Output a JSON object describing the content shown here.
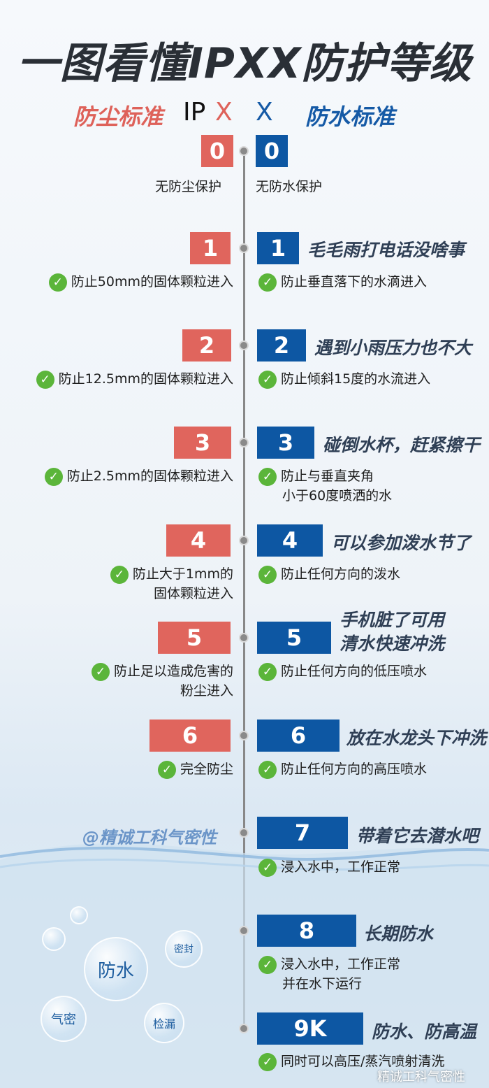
{
  "title": "一图看懂IPXX防护等级",
  "header": {
    "dust_label": "防尘标准",
    "ip": "IP",
    "x_dust": "X",
    "x_water": "X",
    "water_label": "防水标准"
  },
  "levels": [
    {
      "dust_num": "0",
      "dust_desc": "无防尘保护",
      "water_num": "0",
      "water_desc": "无防水保护",
      "slogan": ""
    },
    {
      "dust_num": "1",
      "dust_desc": "防止50mm的固体颗粒进入",
      "water_num": "1",
      "water_desc": "防止垂直落下的水滴进入",
      "slogan": "毛毛雨打电话没啥事"
    },
    {
      "dust_num": "2",
      "dust_desc": "防止12.5mm的固体颗粒进入",
      "water_num": "2",
      "water_desc": "防止倾斜15度的水流进入",
      "slogan": "遇到小雨压力也不大"
    },
    {
      "dust_num": "3",
      "dust_desc": "防止2.5mm的固体颗粒进入",
      "water_num": "3",
      "water_desc_l1": "防止与垂直夹角",
      "water_desc_l2": "小于60度喷洒的水",
      "slogan": "碰倒水杯，赶紧擦干"
    },
    {
      "dust_num": "4",
      "dust_desc_l1": "防止大于1mm的",
      "dust_desc_l2": "固体颗粒进入",
      "water_num": "4",
      "water_desc": "防止任何方向的泼水",
      "slogan": "可以参加泼水节了"
    },
    {
      "dust_num": "5",
      "dust_desc_l1": "防止足以造成危害的",
      "dust_desc_l2": "粉尘进入",
      "water_num": "5",
      "water_desc": "防止任何方向的低压喷水",
      "slogan_l1": "手机脏了可用",
      "slogan_l2": "清水快速冲洗"
    },
    {
      "dust_num": "6",
      "dust_desc": "完全防尘",
      "water_num": "6",
      "water_desc": "防止任何方向的高压喷水",
      "slogan": "放在水龙头下冲洗"
    },
    {
      "water_num": "7",
      "water_desc": "浸入水中，工作正常",
      "slogan": "带着它去潜水吧"
    },
    {
      "water_num": "8",
      "water_desc_l1": "浸入水中，工作正常",
      "water_desc_l2": "并在水下运行",
      "slogan": "长期防水"
    },
    {
      "water_num": "9K",
      "water_desc": "同时可以高压/蒸汽喷射清洗",
      "slogan": "防水、防高温"
    }
  ],
  "watermark": "@精诚工科气密性",
  "bubbles": {
    "b1": "防水",
    "b2": "密封",
    "b3": "气密",
    "b4": "检漏"
  },
  "weibo": "精诚工科气密性",
  "check_glyph": "✓",
  "colors": {
    "dust": "#e0655d",
    "water": "#0d57a3",
    "check": "#5bb53a"
  }
}
